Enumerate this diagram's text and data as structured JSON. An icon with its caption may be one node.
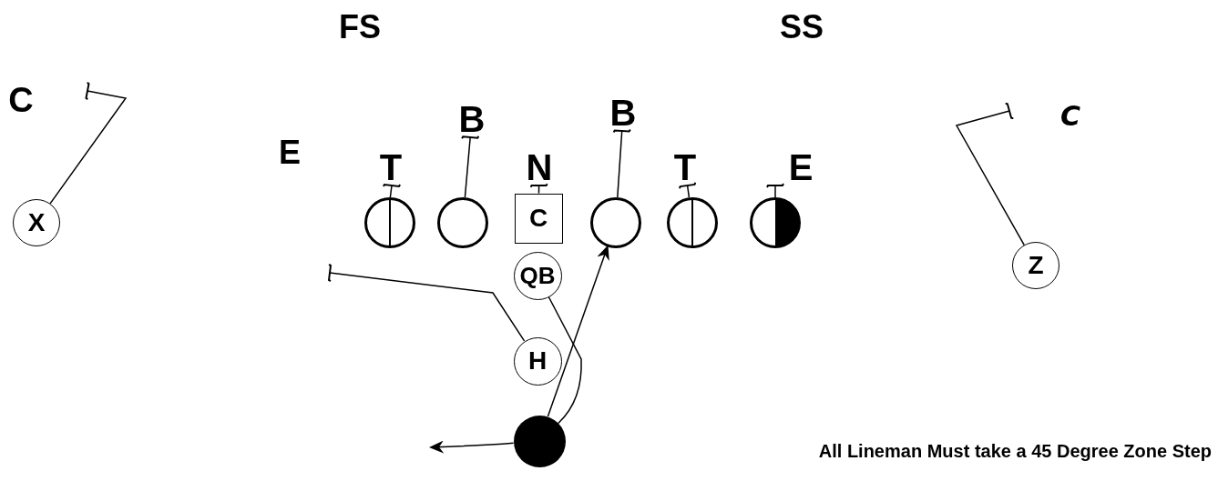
{
  "diagram": {
    "nodes": [
      {
        "text": [
          "B"
        ]
      },
      {
        "text": [
          "B"
        ]
      },
      {
        "text": [
          "T"
        ]
      },
      {
        "text": [
          "N"
        ]
      },
      {
        "text": [
          "T"
        ]
      },
      {
        "text": [
          "E"
        ]
      },
      {
        "text": [
          "X"
        ]
      },
      {
        "text": [],
        "shape": "circle"
      },
      {
        "text": [],
        "shape": "circle"
      },
      {
        "text": [
          "C"
        ]
      },
      {
        "text": [],
        "shape": "circle"
      },
      {
        "text": [],
        "shape": "circle"
      },
      {
        "text": [],
        "shape": "circle"
      },
      {
        "text": [
          "Z"
        ]
      },
      {
        "text": [
          "QB"
        ]
      },
      {
        "text": [
          "H"
        ]
      },
      {
        "text": [],
        "shape": "circle"
      }
    ],
    "edges": [
      {
        "from": 6,
        "to": null,
        "arrow": "other"
      },
      {
        "from": 7,
        "to": 2,
        "arrow": "other"
      },
      {
        "from": 8,
        "to": 1,
        "arrow": "other"
      },
      {
        "from": 9,
        "to": 3,
        "arrow": "other"
      },
      {
        "from": 10,
        "to": 0,
        "arrow": "other"
      },
      {
        "from": 11,
        "to": 4,
        "arrow": "other"
      },
      {
        "from": 12,
        "to": 5,
        "arrow": "other"
      },
      {
        "from": 13,
        "to": null,
        "arrow": "other"
      },
      {
        "from": 15,
        "to": null,
        "arrow": "other"
      },
      {
        "from": 16,
        "to": 10,
        "arrow": "to"
      },
      {
        "from": 16,
        "to": null,
        "arrow": "to"
      },
      {
        "from": 14,
        "to": 16,
        "arrow": "none"
      }
    ],
    "labels": [
      "FS",
      "SS",
      "C",
      "C",
      "E",
      "All Lineman Must take a 45 Degree Zone Step"
    ]
  }
}
